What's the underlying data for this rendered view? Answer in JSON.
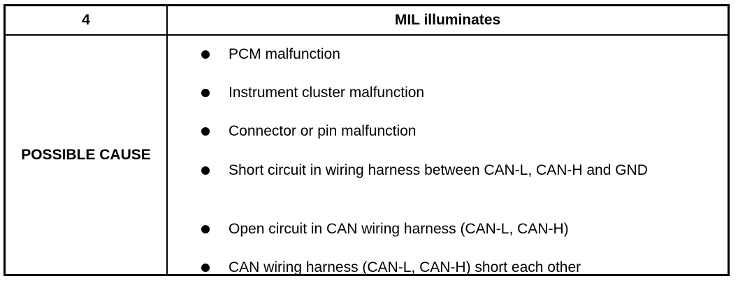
{
  "table": {
    "header": {
      "number": "4",
      "title": "MIL illuminates"
    },
    "cause_label": "POSSIBLE CAUSE",
    "causes": [
      "PCM malfunction",
      "Instrument cluster malfunction",
      "Connector or pin malfunction",
      "Short circuit in wiring harness between CAN-L, CAN-H and GND",
      "Open circuit in CAN wiring harness (CAN-L, CAN-H)",
      "CAN wiring harness (CAN-L, CAN-H) short each other"
    ]
  }
}
